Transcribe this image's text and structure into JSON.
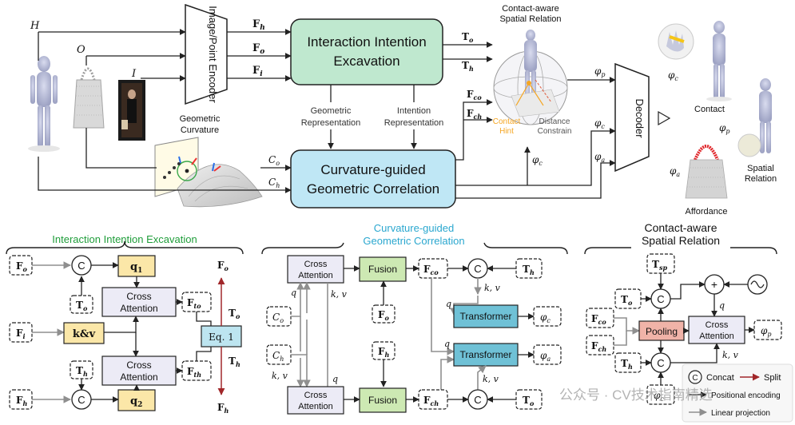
{
  "colors": {
    "green_fill": "#bfe8cf",
    "cyan_fill": "#bfe7f5",
    "lavender_fill": "#ecebf6",
    "yellow_fill": "#fbe7a8",
    "fusion_fill": "#cde9b3",
    "transformer_fill": "#6fc1d6",
    "pooling_fill": "#f0b3a8",
    "eq_fill": "#bde5f0",
    "split_red": "#a1272a",
    "arrow_gray": "#8f8f8f",
    "section_green": "#1f9d3a",
    "section_cyan": "#2aa7cf",
    "hint_orange": "#f5a623"
  },
  "top": {
    "inputs": {
      "H": "H",
      "O": "O",
      "I": "I"
    },
    "encoder": "Image/Point Encoder",
    "features": {
      "Fh": "F",
      "Fh_sub": "h",
      "Fo": "F",
      "Fo_sub": "o",
      "Fi": "F",
      "Fi_sub": "i"
    },
    "iie_box": [
      "Interaction Intention",
      "Excavation"
    ],
    "cgc_box": [
      "Curvature-guided",
      "Geometric Correlation"
    ],
    "geo_rep": [
      "Geometric",
      "Representation"
    ],
    "int_rep": [
      "Intention",
      "Representation"
    ],
    "geo_curv": [
      "Geometric",
      "Curvature"
    ],
    "Co": "C",
    "Co_sub": "o",
    "Ch": "C",
    "Ch_sub": "h",
    "To": "T",
    "To_sub": "o",
    "Th": "T",
    "Th_sub": "h",
    "Fco": "F",
    "Fco_sub": "co",
    "Fch": "F",
    "Fch_sub": "ch",
    "csr_title": [
      "Contact-aware",
      "Spatial Relation"
    ],
    "contact_hint": [
      "Contact",
      "Hint"
    ],
    "distance_constrain": [
      "Distance",
      "Constrain"
    ],
    "phi_p": "φ",
    "phi_p_sub": "p",
    "phi_c": "φ",
    "phi_c_sub": "c",
    "phi_a": "φ",
    "phi_a_sub": "a",
    "decoder": "Decoder",
    "contact": "Contact",
    "spatial_relation": [
      "Spatial",
      "Relation"
    ],
    "affordance": "Affordance"
  },
  "iie_section": {
    "title": "Interaction Intention Excavation",
    "Fo": "F",
    "Fo_sub": "o",
    "Fi": "F",
    "Fi_sub": "i",
    "Fh": "F",
    "Fh_sub": "h",
    "To": "T",
    "To_sub": "o",
    "Th": "T",
    "Th_sub": "h",
    "concat": "C",
    "q1": "q",
    "q1_sub": "1",
    "q2": "q",
    "q2_sub": "2",
    "kv": "k&v",
    "cross_attention": [
      "Cross",
      "Attention"
    ],
    "Fto": "F",
    "Fto_sub": "to",
    "Fth": "F",
    "Fth_sub": "th",
    "eq": "Eq. 1",
    "out_Fo": "F",
    "out_Fo_sub": "o",
    "out_To": "T",
    "out_To_sub": "o",
    "out_Th": "T",
    "out_Th_sub": "h",
    "out_Fh": "F",
    "out_Fh_sub": "h"
  },
  "cgc_section": {
    "title": [
      "Curvature-guided",
      "Geometric Correlation"
    ],
    "cross_attention": [
      "Cross",
      "Attention"
    ],
    "fusion": "Fusion",
    "transformer": "Transformer",
    "Co": "C",
    "Co_sub": "o",
    "Ch": "C",
    "Ch_sub": "h",
    "Fo": "F",
    "Fo_sub": "o",
    "Fh": "F",
    "Fh_sub": "h",
    "Fco": "F",
    "Fco_sub": "co",
    "Fch": "F",
    "Fch_sub": "ch",
    "Th": "T",
    "Th_sub": "h",
    "To": "T",
    "To_sub": "o",
    "q": "q",
    "kv": "k, v",
    "phi_c": "φ",
    "phi_c_sub": "c",
    "phi_a": "φ",
    "phi_a_sub": "a",
    "concat": "C"
  },
  "csr_section": {
    "title": [
      "Contact-aware",
      "Spatial Relation"
    ],
    "Tsp": "T",
    "Tsp_sub": "sp",
    "To": "T",
    "To_sub": "o",
    "Th": "T",
    "Th_sub": "h",
    "Fco": "F",
    "Fco_sub": "co",
    "Fch": "F",
    "Fch_sub": "ch",
    "pooling": "Pooling",
    "cross_attention": [
      "Cross",
      "Attention"
    ],
    "phi_p": "φ",
    "phi_p_sub": "p",
    "phi_c": "φ",
    "phi_c_sub": "c",
    "q": "q",
    "kv": "k, v",
    "plus": "+",
    "concat": "C"
  },
  "legend": {
    "concat": "Concat",
    "concat_symbol": "C",
    "split": "Split",
    "positional_encoding": "Positional encoding",
    "linear_projection": "Linear projection"
  },
  "watermark": "公众号 · CV技术指南精选"
}
